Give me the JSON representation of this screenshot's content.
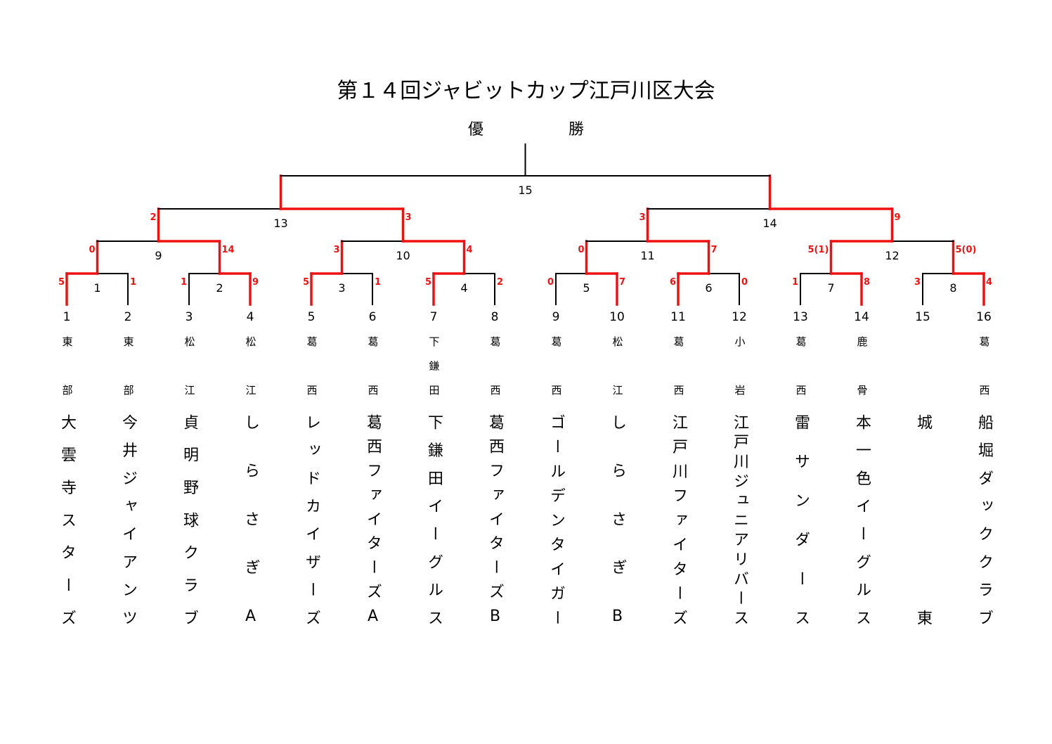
{
  "title": "第１４回ジャビットカップ江戸川区大会",
  "champion_label": [
    "優",
    "勝"
  ],
  "colors": {
    "win": "#ee1111",
    "line": "#000000"
  },
  "teams": [
    {
      "number": "1",
      "area": "東部",
      "name": "大雲寺スターズ"
    },
    {
      "number": "2",
      "area": "東部",
      "name": "今井ジャイアンツ"
    },
    {
      "number": "3",
      "area": "松江",
      "name": "貞明野球クラブ"
    },
    {
      "number": "4",
      "area": "松江",
      "name": "しらさぎA"
    },
    {
      "number": "5",
      "area": "葛西",
      "name": "レッドカイザーズ"
    },
    {
      "number": "6",
      "area": "葛西",
      "name": "葛西ファイターズA"
    },
    {
      "number": "7",
      "area": "下鎌田",
      "name": "下鎌田イーグルス"
    },
    {
      "number": "8",
      "area": "葛西",
      "name": "葛西ファイターズB"
    },
    {
      "number": "9",
      "area": "葛西",
      "name": "ゴールデンタイガー"
    },
    {
      "number": "10",
      "area": "松江",
      "name": "しらさぎB"
    },
    {
      "number": "11",
      "area": "葛西",
      "name": "江戸川ファイターズ"
    },
    {
      "number": "12",
      "area": "小岩",
      "name": "江戸川ジュニアリバース"
    },
    {
      "number": "13",
      "area": "葛西",
      "name": "雷サンダース"
    },
    {
      "number": "14",
      "area": "鹿骨",
      "name": "本一色イーグルス"
    },
    {
      "number": "15",
      "area": "",
      "name": "城東"
    },
    {
      "number": "16",
      "area": "葛西",
      "name": "船堀ダッククラブ"
    }
  ],
  "matches": [
    {
      "number": "1",
      "scores": [
        "5",
        "1"
      ],
      "winner": "left"
    },
    {
      "number": "2",
      "scores": [
        "1",
        "9"
      ],
      "winner": "right"
    },
    {
      "number": "3",
      "scores": [
        "5",
        "1"
      ],
      "winner": "left"
    },
    {
      "number": "4",
      "scores": [
        "5",
        "2"
      ],
      "winner": "left"
    },
    {
      "number": "5",
      "scores": [
        "0",
        "7"
      ],
      "winner": "right"
    },
    {
      "number": "6",
      "scores": [
        "6",
        "0"
      ],
      "winner": "left"
    },
    {
      "number": "7",
      "scores": [
        "1",
        "8"
      ],
      "winner": "right"
    },
    {
      "number": "8",
      "scores": [
        "3",
        "4"
      ],
      "winner": "right"
    },
    {
      "number": "9",
      "scores": [
        "0",
        "14"
      ],
      "winner": "right"
    },
    {
      "number": "10",
      "scores": [
        "3",
        "4"
      ],
      "winner": "right"
    },
    {
      "number": "11",
      "scores": [
        "0",
        "7"
      ],
      "winner": "right"
    },
    {
      "number": "12",
      "scores": [
        "5(1)",
        "5(0)"
      ],
      "winner": "left"
    },
    {
      "number": "13",
      "scores": [
        "2",
        "3"
      ],
      "winner": "right"
    },
    {
      "number": "14",
      "scores": [
        "3",
        "9"
      ],
      "winner": "right"
    },
    {
      "number": "15",
      "scores": [
        "",
        ""
      ],
      "winner": null
    }
  ]
}
